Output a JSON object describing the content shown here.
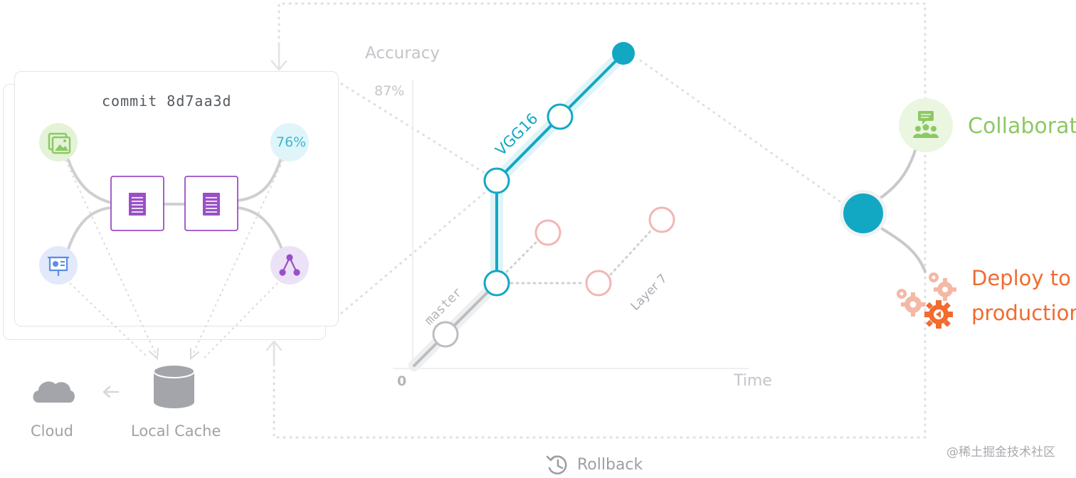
{
  "commit": {
    "label": "commit 8d7aa3d",
    "metric": "76%"
  },
  "storage": {
    "cloud_label": "Cloud",
    "cache_label": "Local Cache"
  },
  "chart": {
    "y_label": "Accuracy",
    "y_tick": "87%",
    "x_label": "Time",
    "origin": "0",
    "branch_master": "master",
    "branch_vgg": "VGG16",
    "branch_layer": "Layer 7"
  },
  "actions": {
    "collaborate": "Collaborate",
    "deploy_line1": "Deploy to",
    "deploy_line2": "production",
    "rollback": "Rollback"
  },
  "watermark": "@稀土掘金技术社区",
  "colors": {
    "teal": "#12a8c4",
    "salmon": "#f2b6b3",
    "green": "#8cc964",
    "orange": "#f26b2f",
    "purple": "#9a4fc7",
    "grey": "#c8c8cc"
  }
}
